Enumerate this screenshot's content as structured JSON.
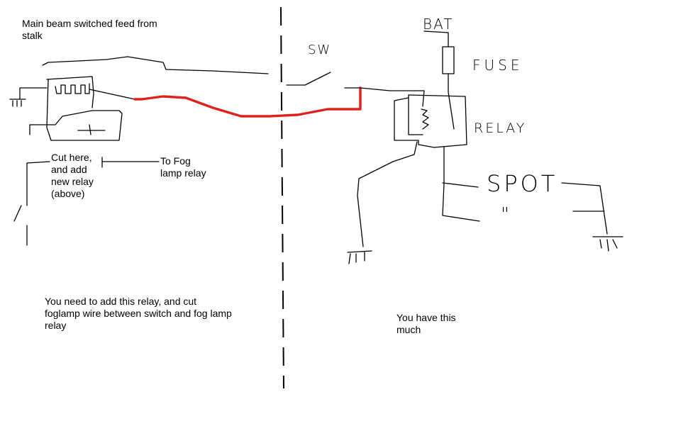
{
  "notes": {
    "main_beam": [
      "Main beam switched feed from",
      "stalk"
    ],
    "cut_here": [
      "Cut here,",
      "and add",
      "new relay",
      "(above)"
    ],
    "to_fog": [
      "To Fog",
      "lamp relay"
    ],
    "add_relay": [
      "You need to add this relay, and cut",
      "foglamp wire between switch and fog lamp",
      "relay"
    ],
    "have_this": [
      "You have this",
      "much"
    ]
  },
  "handwritten": {
    "sw": "SW",
    "bat": "BAT",
    "fuse": "FUSE",
    "relay": "RELAY",
    "spot": "SPOT",
    "ditto": "\""
  },
  "colors": {
    "wire": "#000000",
    "new_wire": "#e0201a",
    "background": "#ffffff"
  }
}
